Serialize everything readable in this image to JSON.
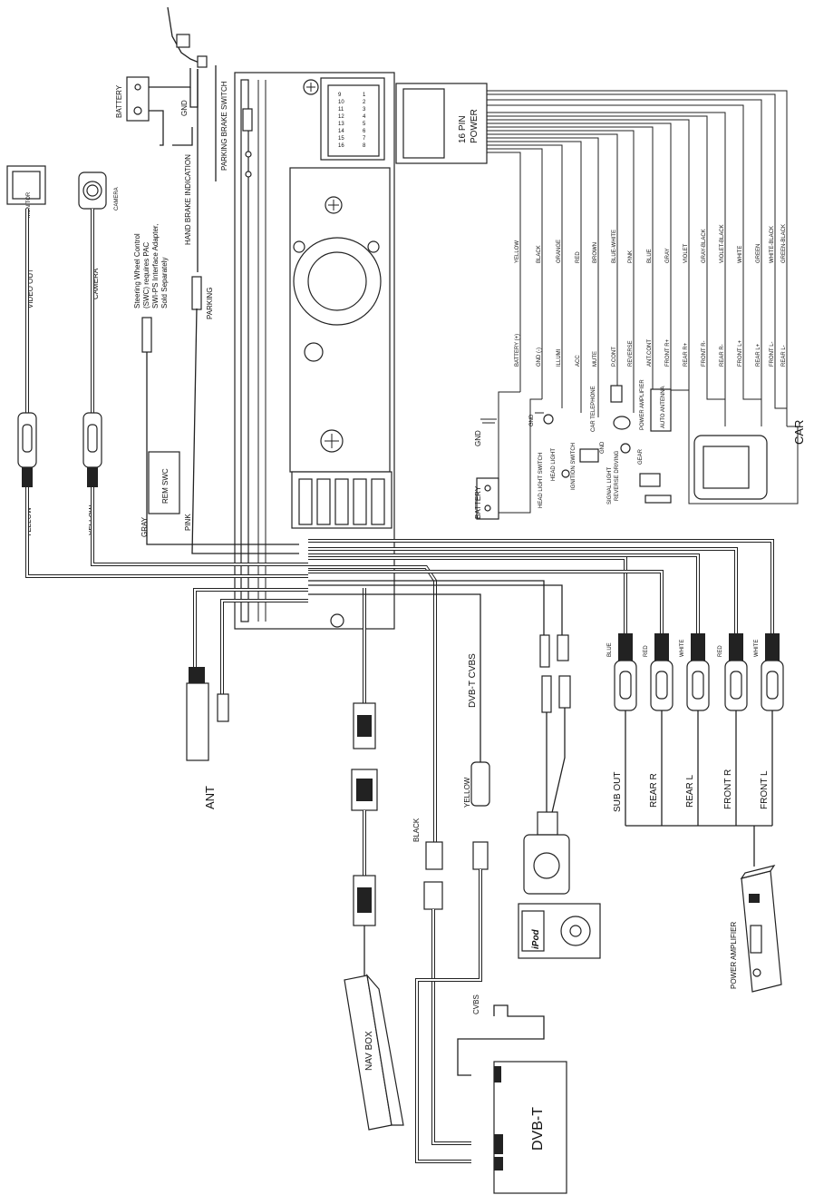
{
  "labels": {
    "parking_brake_switch": "PARKING BRAKE SWITCH",
    "battery_top": "BATTERY",
    "gnd_top": "GND",
    "hand_brake_indication": "HAND BRAKE INDICATION",
    "parking": "PARKING",
    "monitor": "MONITOR",
    "camera_icon": "CAMERA",
    "camera_cable": "CAMERA",
    "video_out": "VIDEO OUT",
    "yellow_left_1": "YELLOW",
    "yellow_left_2": "YELLOW",
    "gray": "GRAY",
    "pink": "PINK",
    "rem_swc": "REM SWC",
    "swc_note_1": "Steering Wheel Control",
    "swc_note_2": "(SWC) requires PAC",
    "swc_note_3": "SWI-PS Interface Adapter,",
    "swc_note_4": "Sold Separately",
    "pin16_a": "16 PIN",
    "pin16_b": "POWER",
    "ant": "ANT",
    "nav_box": "NAV BOX",
    "dvbt": "DVB-T",
    "dvbt_cvbs": "DVB-T CVBS",
    "black": "BLACK",
    "yellow_dvbt": "YELLOW",
    "cvbs": "CVBS",
    "ipod": "iPod",
    "power_amplifier": "POWER AMPLIFIER",
    "car": "CAR",
    "battery_right": "BATTERY",
    "gnd_right_1": "GND",
    "gnd_right_2": "GND",
    "gnd_right_3": "GND",
    "head_light_switch": "HEAD LIGHT SWITCH",
    "head_light": "HEAD LIGHT",
    "ignition_switch": "IGNITION SWITCH",
    "car_telephone": "CAR TELEPHONE",
    "power_amplifier_small": "POWER AMPLIFIER",
    "signal_light": "SIGNAL LIGHT",
    "reverse_driving": "REVERSE DRIVING",
    "gear": "GEAR",
    "auto_antenna": "AUTO ANTENNA"
  },
  "wire_colors": [
    "YELLOW",
    "BLACK",
    "ORANGE",
    "RED",
    "BROWN",
    "BLUE-WHITE",
    "PINK",
    "BLUE",
    "GRAY",
    "VIOLET",
    "GRAY-BLACK",
    "VIOLET-BLACK",
    "WHITE",
    "GREEN",
    "WHITE-BLACK",
    "GREEN-BLACK"
  ],
  "wire_functions": [
    "BATTERY (+)",
    "GND (-)",
    "ILLUMI",
    "ACC",
    "MUTE",
    "P.CONT",
    "REVERSE",
    "ANT.CONT",
    "FRONT R+",
    "REAR R+",
    "FRONT R-",
    "REAR R-",
    "FRONT L+",
    "REAR L+",
    "FRONT L-",
    "REAR L-"
  ],
  "rca_colors": [
    "BLUE",
    "RED",
    "WHITE",
    "RED",
    "WHITE"
  ],
  "rca_outputs": [
    "SUB OUT",
    "REAR R",
    "REAR L",
    "FRONT R",
    "FRONT L"
  ],
  "connector_pins": [
    "9",
    "10",
    "11",
    "12",
    "13",
    "14",
    "15",
    "16",
    "1",
    "2",
    "3",
    "4",
    "5",
    "6",
    "7",
    "8"
  ]
}
